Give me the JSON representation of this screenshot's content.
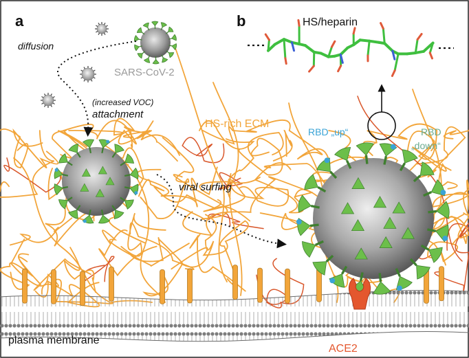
{
  "panels": {
    "a": "a",
    "b": "b"
  },
  "labels": {
    "diffusion": "diffusion",
    "virus_name": "SARS-CoV-2",
    "voc": "(increased VOC)",
    "attachment": "attachment",
    "ecm": "HS-rich ECM",
    "surfing": "viral surfing",
    "hs_heparin": "HS/heparin",
    "rbd_up": "RBD „up“",
    "rbd_down_1": "RBD",
    "rbd_down_2": "„down“",
    "membrane": "plasma membrane",
    "receptor": "ACE2"
  },
  "colors": {
    "fiber": "#f2a53a",
    "fiber_red": "#d9572b",
    "spike": "#6cbf4a",
    "rbd_up": "#3aa3d6",
    "rbd_down": "#6aab8f",
    "ace2": "#e4572e",
    "virus_grey": "#7a7a7a",
    "molecule_c": "#3fbf3f",
    "molecule_o": "#e05a3a",
    "molecule_n": "#3a5fd6"
  }
}
